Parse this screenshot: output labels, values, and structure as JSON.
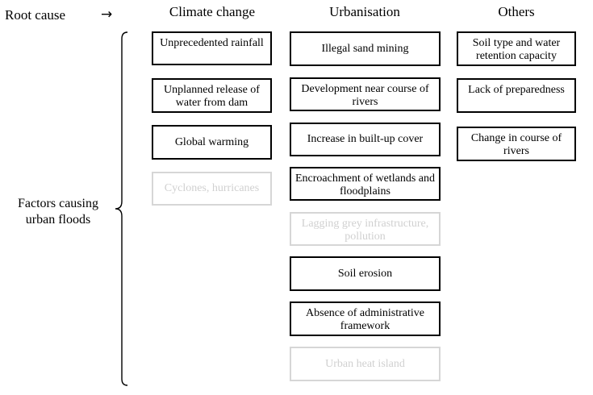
{
  "root_cause_label": "Root cause",
  "arrow_icon": "→",
  "columns": [
    {
      "heading": "Climate change"
    },
    {
      "heading": "Urbanisation"
    },
    {
      "heading": "Others"
    }
  ],
  "side_label": "Factors causing urban floods",
  "climate": [
    {
      "text": "Unprecedented rainfall",
      "faded": false
    },
    {
      "text": "Unplanned release of water from dam",
      "faded": false
    },
    {
      "text": "Global warming",
      "faded": false
    },
    {
      "text": "Cyclones, hurricanes",
      "faded": true
    }
  ],
  "urbanisation": [
    {
      "text": "Illegal sand mining",
      "faded": false
    },
    {
      "text": "Development near course of rivers",
      "faded": false
    },
    {
      "text": "Increase in built-up cover",
      "faded": false
    },
    {
      "text": "Encroachment of wetlands and floodplains",
      "faded": false
    },
    {
      "text": "Lagging grey infrastructure, pollution",
      "faded": true
    },
    {
      "text": "Soil erosion",
      "faded": false
    },
    {
      "text": "Absence of administrative framework",
      "faded": false
    },
    {
      "text": "Urban heat island",
      "faded": true
    }
  ],
  "others": [
    {
      "text": "Soil type and water retention capacity",
      "faded": false
    },
    {
      "text": "Lack of preparedness",
      "faded": false
    },
    {
      "text": "Change in course of rivers",
      "faded": false
    }
  ]
}
